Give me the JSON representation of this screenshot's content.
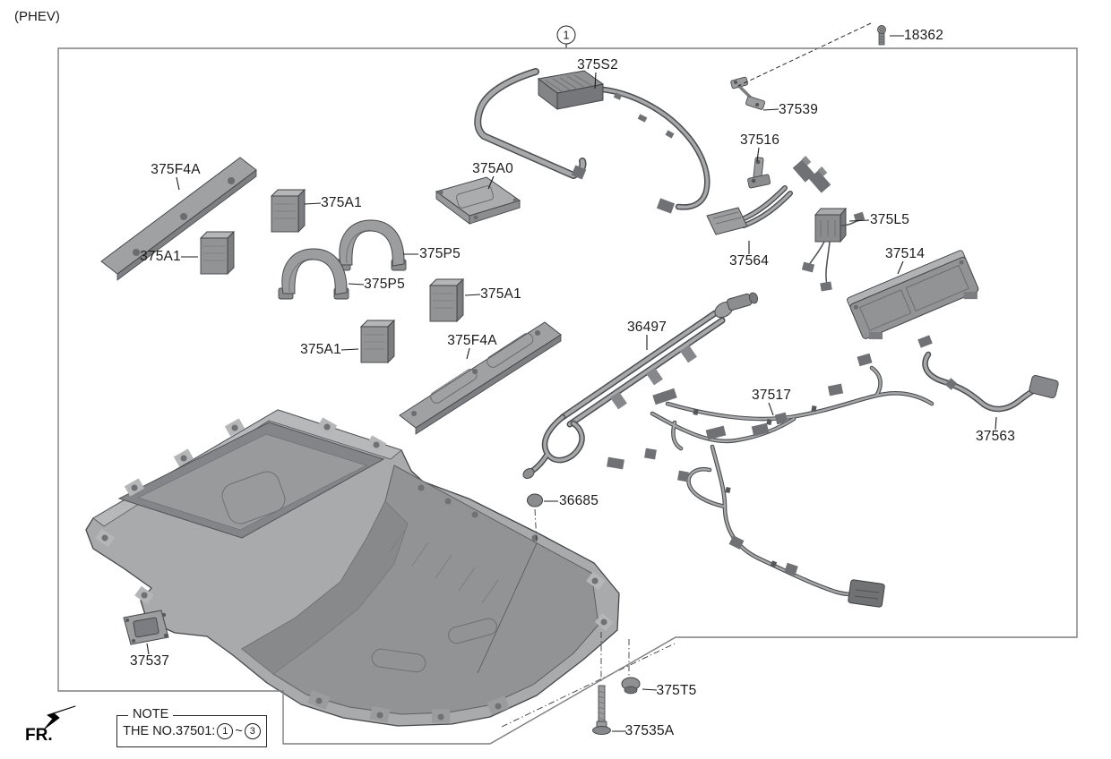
{
  "page": {
    "variant": "(PHEV)",
    "fr": "FR."
  },
  "callout": {
    "number": "1"
  },
  "note": {
    "title": "NOTE",
    "prefix": "THE NO.37501:",
    "from": "1",
    "separator": "~",
    "to": "3"
  },
  "colors": {
    "label": "#1b1b1b",
    "frame_border": "#7d7f81",
    "part_light": "#b4b6b8",
    "part_mid": "#9a9c9e",
    "part_dark": "#7b7d80",
    "outline": "#46484a"
  },
  "parts": [
    {
      "id": "18362",
      "label": "18362"
    },
    {
      "id": "375S2",
      "label": "375S2"
    },
    {
      "id": "37539",
      "label": "37539"
    },
    {
      "id": "37516",
      "label": "37516"
    },
    {
      "id": "375F4A-1",
      "label": "375F4A"
    },
    {
      "id": "375A1-1",
      "label": "375A1"
    },
    {
      "id": "375A1-2",
      "label": "375A1"
    },
    {
      "id": "375A0",
      "label": "375A0"
    },
    {
      "id": "375P5-1",
      "label": "375P5"
    },
    {
      "id": "375P5-2",
      "label": "375P5"
    },
    {
      "id": "375A1-3",
      "label": "375A1"
    },
    {
      "id": "375A1-4",
      "label": "375A1"
    },
    {
      "id": "375F4A-2",
      "label": "375F4A"
    },
    {
      "id": "36497",
      "label": "36497"
    },
    {
      "id": "375L5",
      "label": "375L5"
    },
    {
      "id": "37514",
      "label": "37514"
    },
    {
      "id": "37564",
      "label": "37564"
    },
    {
      "id": "37517",
      "label": "37517"
    },
    {
      "id": "37563",
      "label": "37563"
    },
    {
      "id": "36685",
      "label": "36685"
    },
    {
      "id": "37537",
      "label": "37537"
    },
    {
      "id": "375T5",
      "label": "375T5"
    },
    {
      "id": "37535A",
      "label": "37535A"
    }
  ]
}
